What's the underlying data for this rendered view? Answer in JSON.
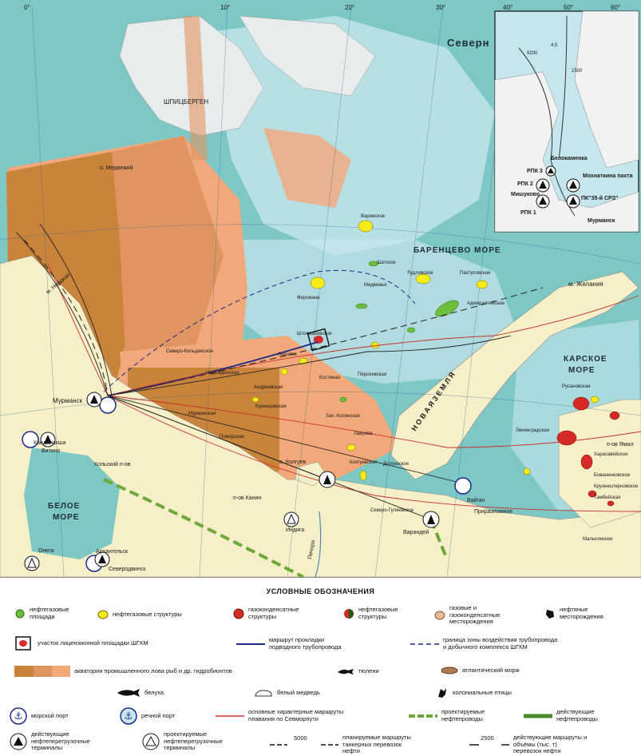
{
  "degree_ticks": [
    "0°",
    "10°",
    "20°",
    "30°",
    "40°",
    "50°",
    "60°"
  ],
  "sea_labels": {
    "north_sea": "Северн",
    "barents": "БАРЕНЦЕВО МОРЕ",
    "kara_1": "КАРСКОЕ",
    "kara_2": "МОРЕ",
    "white_1": "БЕЛОЕ",
    "white_2": "МОРЕ"
  },
  "place_labels": {
    "spitsbergen": "ШПИЦБЕРГЕН",
    "medvezhiy": "о. Медвежий",
    "novaya_zemlya": "Н О В А Я   З Е М Л Я",
    "zhelaniya": "м. Желания",
    "murmansk": "Мурманск",
    "kandalaksha": "Кандалакша",
    "vitino": "Витино",
    "kolsky": "Кольский\nп-ов",
    "kanin": "п-ов\nКанин",
    "onega": "Онега",
    "arkhangelsk": "Архангельск",
    "severodvinsk": "Северодвинск",
    "indiga": "Индига",
    "varandey": "Варандей",
    "vaygach": "Вайгач",
    "prirazlomnoe": "Приразломное",
    "yamal": "п-ов\nЯмал",
    "pechora": "Печора",
    "kolguev": "о. Колгуев",
    "nordkap": "м. Нордкап"
  },
  "field_labels": [
    "Варяжское",
    "Шатское",
    "Лудловское",
    "Пахтусовская",
    "Медвежья",
    "Ферсмана",
    "Адмиралтейская",
    "Северо-Кильдинское",
    "Штокмановское",
    "Надеждинская",
    "Ледовое",
    "Андреевская",
    "Костиная",
    "Персеевская",
    "Мурманская",
    "Куренцовская",
    "Зап.-Косинская",
    "Поморская",
    "Лаврова",
    "Колгуевская",
    "Русановская",
    "Ленинградская",
    "Харасавейское",
    "Крузенштерновское",
    "Бованенковское",
    "Тамбейская",
    "Малыгинское",
    "Северо-Гуляевское",
    "Долгинское"
  ],
  "inset": {
    "labels": [
      "Белокаменка",
      "РПК 3",
      "РПК 2",
      "Мишуково",
      "РПК 1",
      "Мохнаткина\nпахта",
      "ПК\"35-й СРЗ\"",
      "Мурманск",
      "9200",
      "4,5",
      "1500"
    ]
  },
  "legend": {
    "title": "УСЛОВНЫЕ ОБОЗНАЧЕНИЯ",
    "oil_gas_areas": "нефтегазовые\nплощади",
    "oil_gas_structures": "нефтегазовые структуры",
    "gas_condensate_structures": "газоконденсатные\nструктуры",
    "oil_gas_structures2": "нефтегазовые\nструктуры",
    "gas_condensate_fields": "газовые и\nгазоконденсатные\nместорождения",
    "oil_fields": "нефтяные\nместорождения",
    "license_area": "участок лицензионной площадки ШГКМ",
    "pipeline_route": "маршрут прокладки\nподводного трубопровода",
    "impact_zone": "граница зоны воздействия трубопровода\nи добычного комплекса ШГКМ",
    "fishing_area": "акватория промышленного лова рыб и др. гидробионтов",
    "seals": "тюлени",
    "walrus": "атлантический морж",
    "beluga": "белуха",
    "polar_bear": "белый медведь",
    "colonial_birds": "колониальные птицы",
    "sea_port": "морской порт",
    "river_port": "речной порт",
    "routes": "основные характерные маршруты\nплавания по Севморпути",
    "planned_pipelines": "проектируемые\nнефтепроводы",
    "active_pipelines": "действующие\nнефтепроводы",
    "active_terminals": "действующие\nнефтеперегрузочные\nтерминалы",
    "planned_terminals": "проектируемые\nнефтеперегрузочные\nтерминалы",
    "planned_tanker_value": "5000",
    "planned_tanker": "планируемые маршруты\nтанкерных перевозок\nнефти",
    "active_routes_value": "2500",
    "active_routes": "действующие маршруты и\nобъёмы (тыс. т)\nперевозок нефти"
  },
  "colors": {
    "sea_deep": "#7dc7c4",
    "sea_shallow": "#c6e6ee",
    "land": "#f7efc8",
    "ice_land": "#e8ecec",
    "fish_dark": "#c9833a",
    "fish_mid": "#e09560",
    "fish_light": "#f2a87a",
    "oil_gas_area": "#6cbf3a",
    "structure_yellow": "#f6ec1a",
    "gas_cond_red": "#d62a26",
    "pipeline_blue": "#1a2a8a",
    "route_red": "#c9302c",
    "planned_green": "#6fa83a"
  }
}
